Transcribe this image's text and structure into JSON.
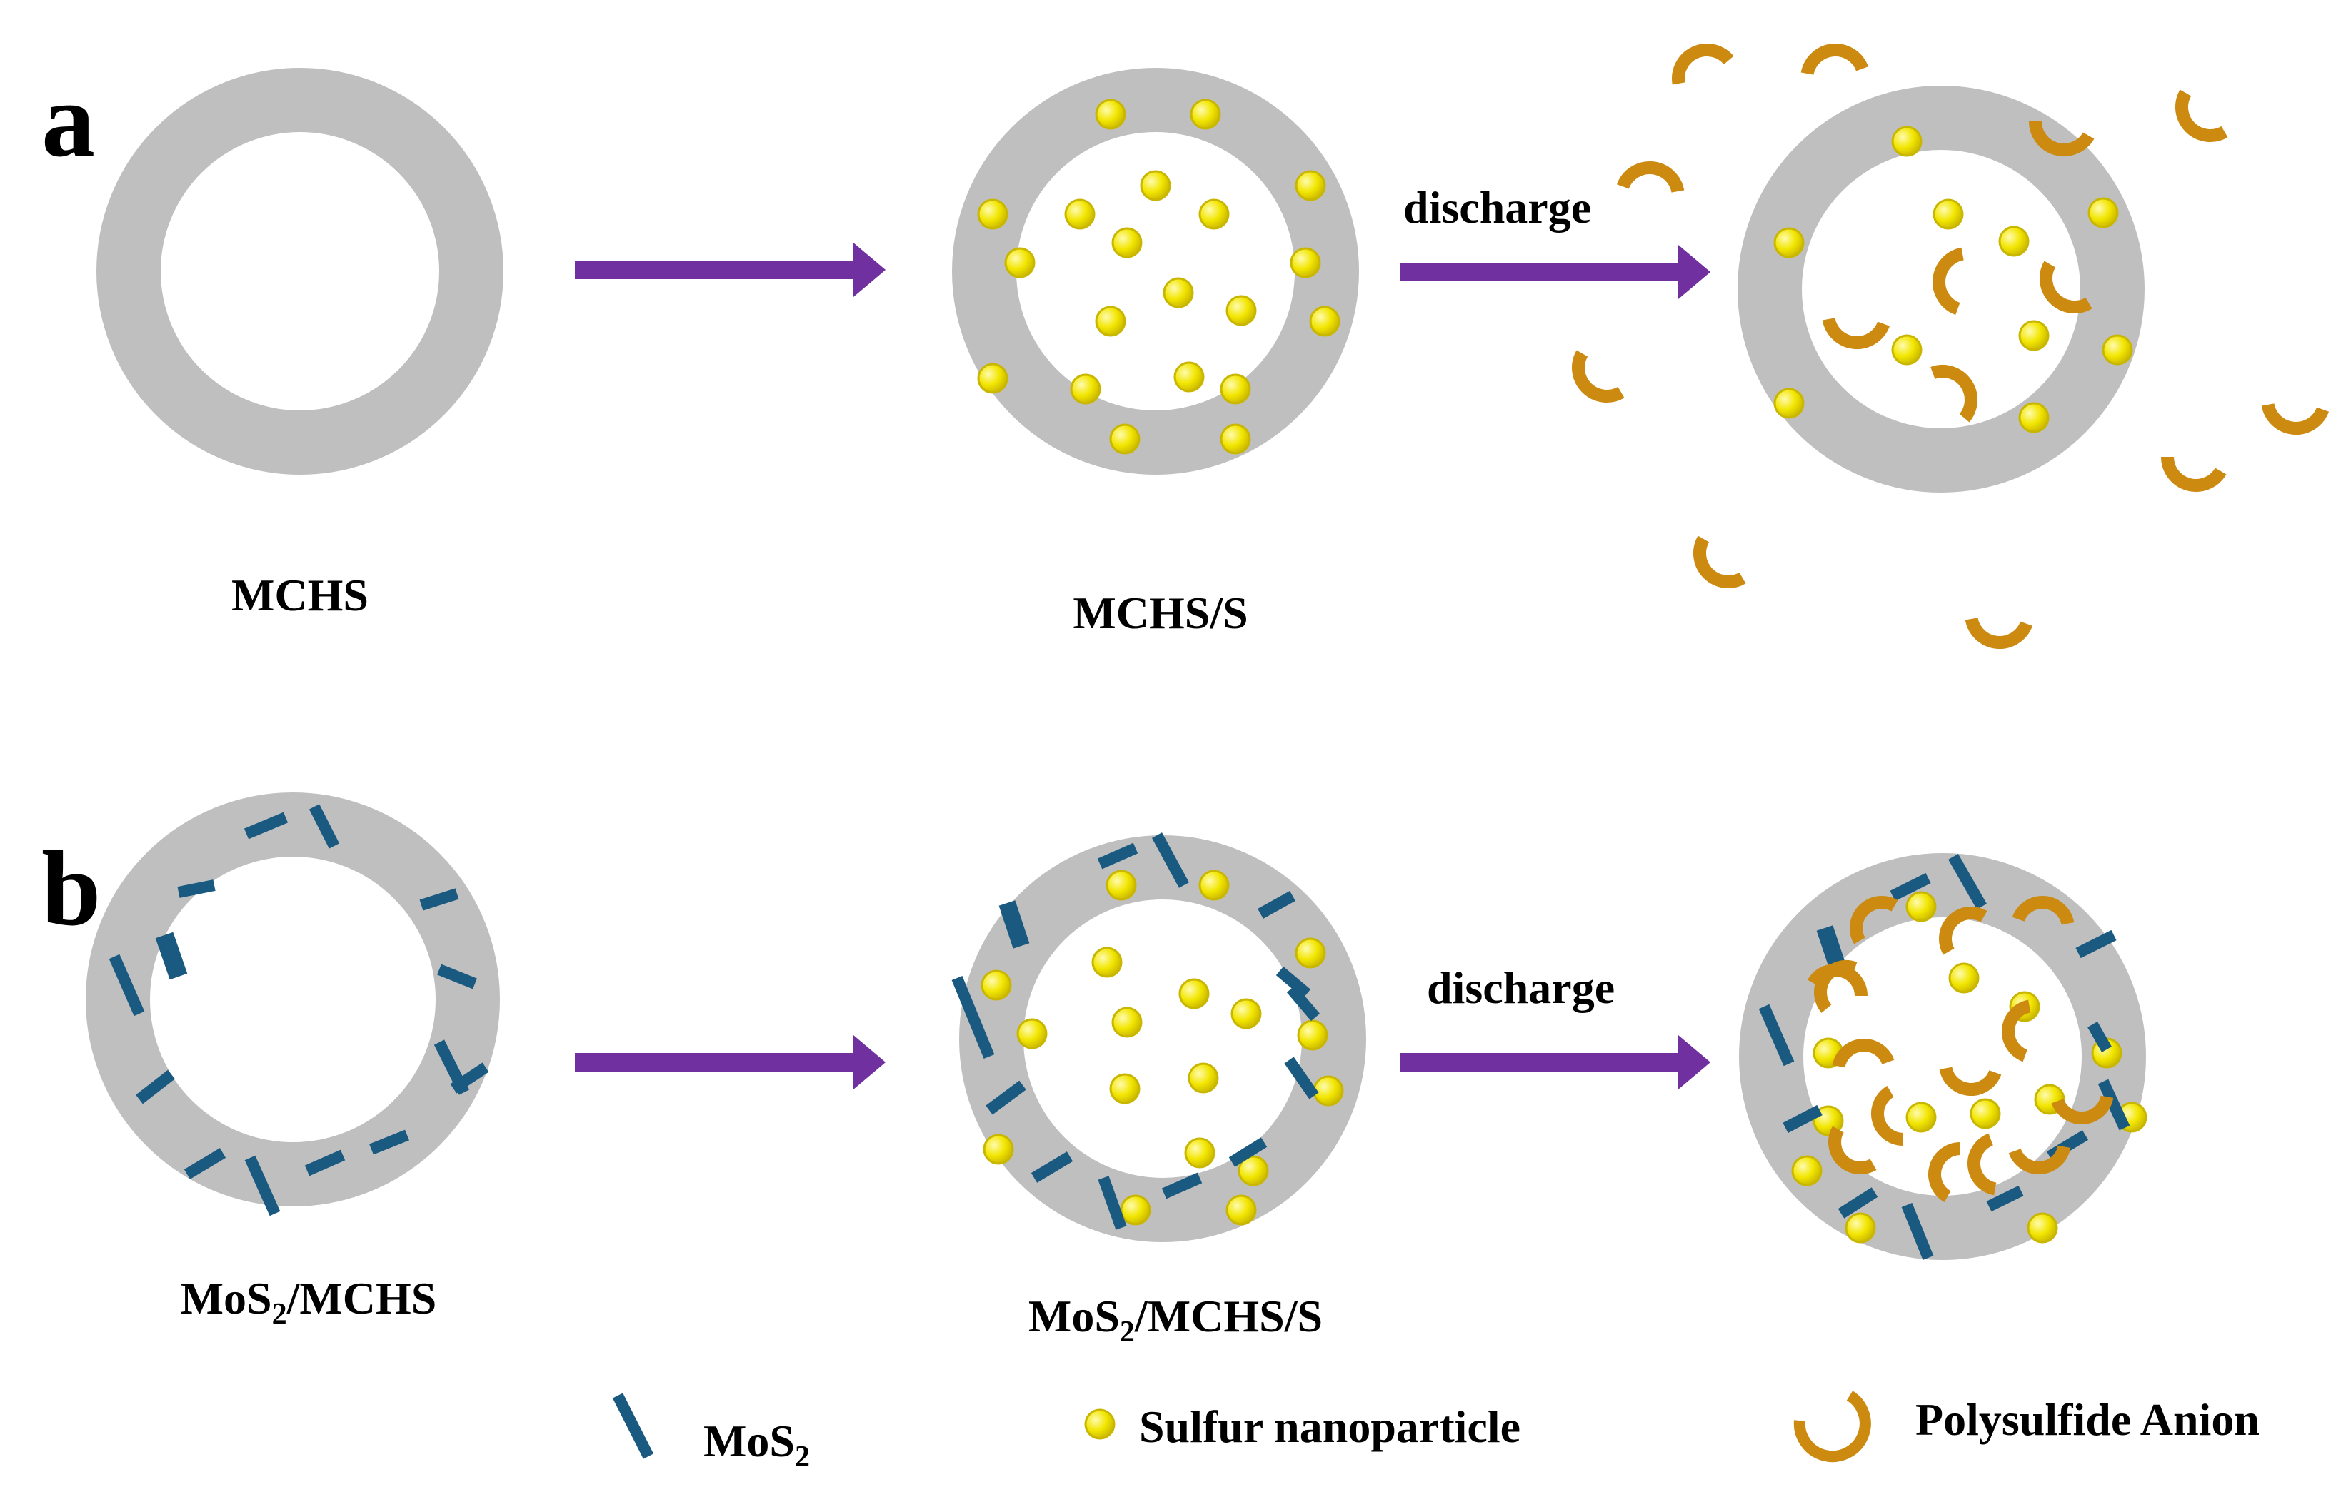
{
  "panels": [
    {
      "letter": "a",
      "captions": [
        "MCHS",
        "MCHS/S",
        ""
      ],
      "arrow_label": "discharge"
    },
    {
      "letter": "b",
      "captions": [
        {
          "main": "MoS",
          "sub": "2",
          "rest": "/MCHS"
        },
        {
          "main": "MoS",
          "sub": "2",
          "rest": "/MCHS/S"
        },
        {
          "main": "",
          "sub": "",
          "rest": ""
        }
      ],
      "arrow_label": "discharge"
    }
  ],
  "legend": {
    "mos2": {
      "main": "MoS",
      "sub": "2"
    },
    "sulfur": "Sulfur nanoparticle",
    "polysulfide": "Polysulfide Anion"
  },
  "colors": {
    "shell": "#bfbfbf",
    "arrow": "#7030a0",
    "mos2": "#1a5a80",
    "sulfur_fill": "#f2e600",
    "sulfur_edge": "#c9b600",
    "polysulfide": "#cc8a10"
  }
}
